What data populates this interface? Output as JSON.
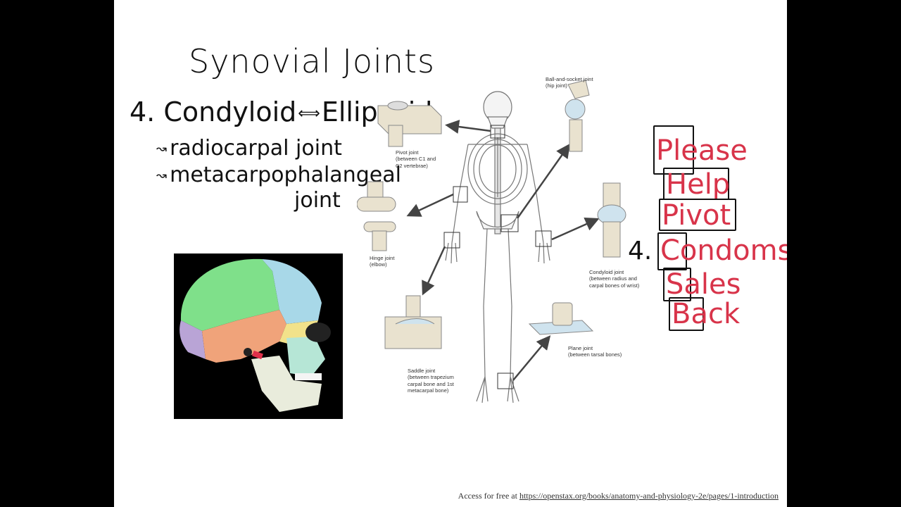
{
  "notes": {
    "title": "Synovial Joints",
    "line1_left": "4. Condyloid",
    "line1_right": "Ellipsoid",
    "line2": "radiocarpal joint",
    "line3": "metacarpophalangeal",
    "line4": "joint"
  },
  "figure": {
    "labels": {
      "pivot": "Pivot joint\n(between C1 and\nC2 vertebrae)",
      "ball": "Ball-and-socket joint\n(hip joint)",
      "hinge": "Hinge joint\n(elbow)",
      "condyloid": "Condyloid joint\n(between radius and\ncarpal bones of wrist)",
      "saddle": "Saddle joint\n(between trapezium\ncarpal bone and 1st\nmetacarpal bone)",
      "plane": "Plane joint\n(between tarsal bones)"
    }
  },
  "mnemonic": {
    "words": [
      "Please",
      "Help",
      "Pivot",
      "Condoms",
      "Sales",
      "Back"
    ],
    "number": "4."
  },
  "footer": {
    "prefix": "Access for free at ",
    "link": "https://openstax.org/books/anatomy-and-physiology-2e/pages/1-introduction"
  },
  "colors": {
    "ink": "#111111",
    "mnemonic_red": "#d8344a",
    "skull_green": "#7fe08a",
    "skull_blue": "#a8d8e8",
    "skull_orange": "#f0a37a",
    "skull_purple": "#b9a4d6"
  }
}
